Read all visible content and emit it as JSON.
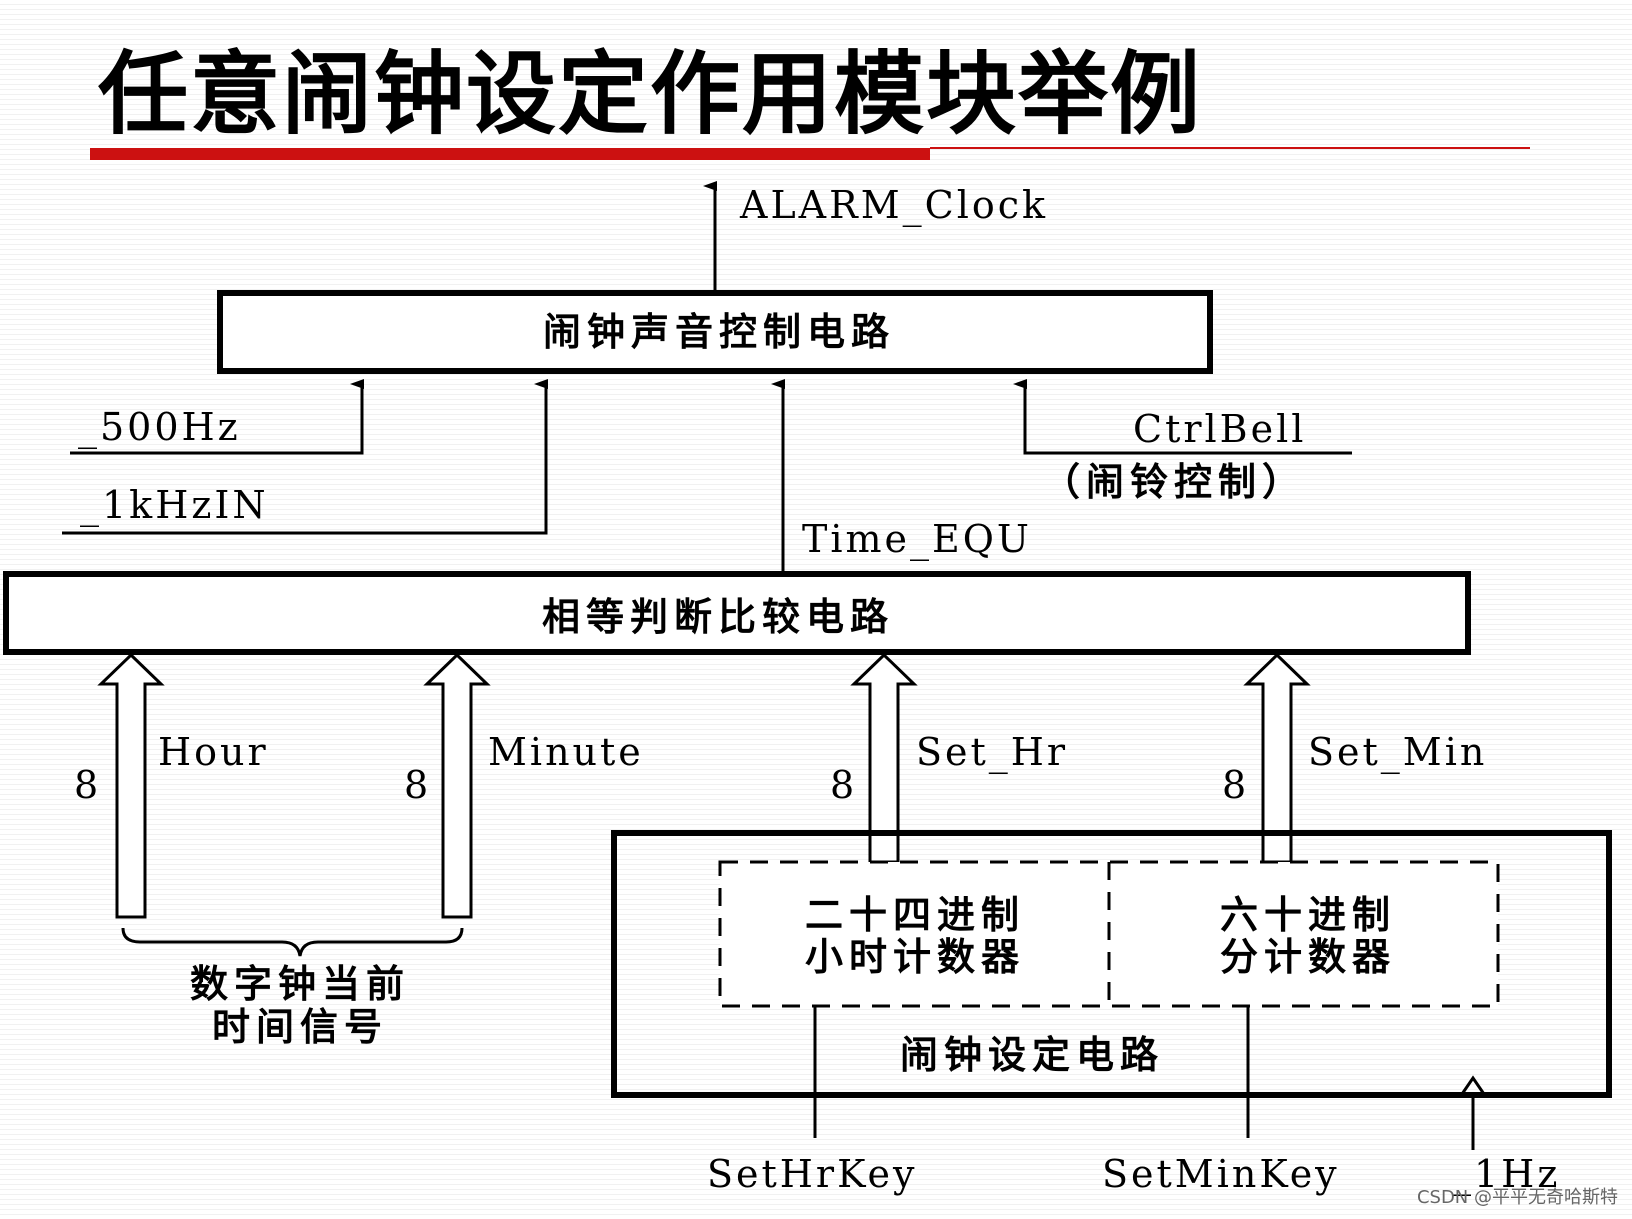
{
  "title": "任意闹钟设定作用模块举例",
  "watermark": "CSDN @平平无奇哈斯特",
  "blocks": {
    "bell_control": "闹钟声音控制电路",
    "comparator": "相等判断比较电路",
    "alarm_setting": "闹钟设定电路",
    "hour_counter_line1": "二十四进制",
    "hour_counter_line2": "小时计数器",
    "minute_counter_line1": "六十进制",
    "minute_counter_line2": "分计数器"
  },
  "signals": {
    "alarm_clock": "ALARM_Clock",
    "hz500": "_500Hz",
    "khz1": "_1kHzIN",
    "time_equ": "Time_EQU",
    "ctrl_bell": "CtrlBell",
    "ctrl_bell_note": "（闹铃控制）",
    "hour": "Hour",
    "minute": "Minute",
    "set_hr": "Set_Hr",
    "set_min": "Set_Min",
    "bus_width": "8",
    "current_time_line1": "数字钟当前",
    "current_time_line2": "时间信号",
    "set_hr_key": "SetHrKey",
    "set_min_key": "SetMinKey",
    "hz1": "_1Hz"
  },
  "colors": {
    "accent": "#cc1111",
    "stroke": "#000000"
  }
}
